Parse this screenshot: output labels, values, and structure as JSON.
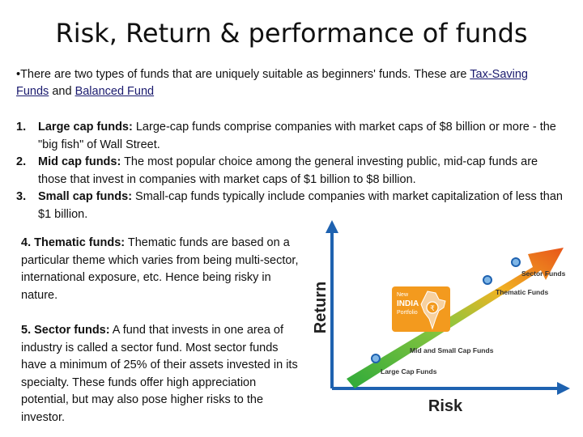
{
  "page": {
    "title": "Risk, Return & performance of funds"
  },
  "intro": {
    "text_before": "•There are two types of funds that are uniquely suitable as beginners' funds. These are ",
    "link1": "Tax-Saving Funds",
    "text_between": " and ",
    "link2": "Balanced Fund"
  },
  "numbered": [
    {
      "num": "1.",
      "term": "Large cap funds:",
      "text": " Large-cap funds comprise companies with market caps of $8 billion or more - the \"big fish\" of Wall Street."
    },
    {
      "num": "2.",
      "term": "Mid cap funds:",
      "text": " The most popular choice among the general investing public, mid-cap funds are those that invest in companies with market caps of $1 billion to $8 billion."
    },
    {
      "num": "3.",
      "term": "Small cap funds:",
      "text": " Small-cap funds typically include companies with market capitalization of less than $1 billion."
    }
  ],
  "thematic": {
    "term": "4. Thematic funds:",
    "text": " Thematic funds are based on a particular theme which varies from being multi-sector, international exposure, etc. Hence being risky in nature."
  },
  "sector": {
    "term": "5. Sector funds:",
    "text": " A fund that invests in one area of industry is called a sector fund. Most sector funds have a minimum of 25% of their assets invested in its specialty. These funds offer high appreciation potential, but may also pose higher risks to the investor."
  },
  "figure": {
    "y_axis": "Return",
    "x_axis": "Risk",
    "labels": {
      "sector": "Sector Funds",
      "thematic": "Thematic Funds",
      "midsmall": "Mid and Small Cap Funds",
      "large": "Large Cap Funds"
    },
    "badge": {
      "line1": "New",
      "line2": "INDIA",
      "line3": "Portfolio"
    },
    "colors": {
      "axis": "#1e62b0",
      "arrow_start": "#2eaa3a",
      "arrow_end": "#e8561a",
      "badge": "#f39a1e"
    }
  }
}
